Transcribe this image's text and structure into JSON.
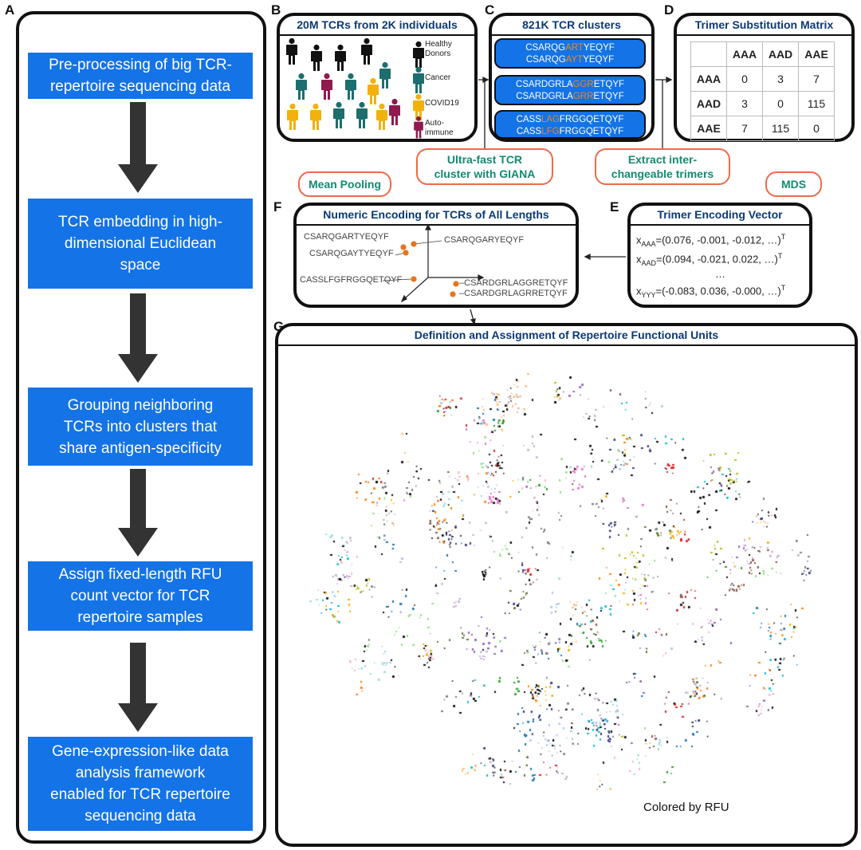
{
  "panel_labels": {
    "a": "A",
    "b": "B",
    "c": "C",
    "d": "D",
    "e": "E",
    "f": "F",
    "g": "G"
  },
  "steps": [
    "Pre-processing of big TCR-\nrepertoire sequencing data",
    "TCR embedding in high-\ndimensional Euclidean\nspace",
    "Grouping neighboring\nTCRs into clusters that\nshare antigen-specificity",
    "Assign fixed-length RFU\ncount vector for TCR\nrepertoire samples",
    "Gene-expression-like data\nanalysis framework\nenabled for TCR repertoire\nsequencing data"
  ],
  "panel_b": {
    "title": "20M TCRs from 2K individuals",
    "legend": [
      "Healthy\nDonors",
      "Cancer",
      "COVID19",
      "Auto-\nimmune"
    ],
    "colors": {
      "healthy": "#111111",
      "cancer": "#1d6e6e",
      "covid": "#f2b10c",
      "autoimmune": "#8e1a4e"
    }
  },
  "panel_c": {
    "title": "821K TCR clusters",
    "clusters": [
      [
        [
          "CSARQG",
          "ART",
          "YEQYF"
        ],
        [
          "CSARQG",
          "AYT",
          "YEQYF"
        ]
      ],
      [
        [
          "CSARDGRLA",
          "GGR",
          "ETQYF"
        ],
        [
          "CSARDGRLA",
          "GRR",
          "ETQYF"
        ]
      ],
      [
        [
          "CASS",
          "LAG",
          "FRGGQETQYF"
        ],
        [
          "CASS",
          "LFG",
          "FRGGQETQYF"
        ]
      ]
    ]
  },
  "panel_d": {
    "title": "Trimer Substitution Matrix",
    "cols": [
      "AAA",
      "AAD",
      "AAE"
    ],
    "rows": [
      {
        "label": "AAA",
        "values": [
          "0",
          "3",
          "7"
        ]
      },
      {
        "label": "AAD",
        "values": [
          "3",
          "0",
          "115"
        ]
      },
      {
        "label": "AAE",
        "values": [
          "7",
          "115",
          "0"
        ]
      }
    ]
  },
  "callouts": {
    "giana": "Ultra-fast TCR\ncluster with GIANA",
    "trimers": "Extract inter-\nchangeable trimers",
    "pooling": "Mean Pooling",
    "mds": "MDS"
  },
  "panel_f": {
    "title": "Numeric Encoding for TCRs of All Lengths",
    "seqs": [
      "CSARQGARTYEQYF",
      "CSARQGARYEQYF",
      "CSARQGAYTYEQYF",
      "CASSLFGFRGGQETQYF",
      "CSARDGRLAGGRETQYF",
      "CSARDGRLAGRRETQYF"
    ]
  },
  "panel_e": {
    "title": "Trimer Encoding Vector",
    "vectors": [
      {
        "x": "x",
        "sub": "AAA",
        "val": "=(0.076, -0.001, -0.012, …)",
        "sup": "T"
      },
      {
        "x": "x",
        "sub": "AAD",
        "val": "=(0.094, -0.021, 0.022, …)",
        "sup": "T"
      },
      {
        "x": "x",
        "sub": "YYY",
        "val": "=(-0.083, 0.036, -0.000, …)",
        "sup": "T"
      }
    ],
    "ellipsis": "…"
  },
  "panel_g": {
    "title": "Definition and Assignment of Repertoire Functional Units",
    "caption": "Colored by RFU",
    "palette": [
      "#111111",
      "#f2b10c",
      "#1f77b4",
      "#e377c2",
      "#17becf",
      "#2ca02c",
      "#d62728",
      "#9467bd",
      "#ff7f0e",
      "#8c564b",
      "#bcbd22",
      "#7f7f7f",
      "#aec7e8",
      "#98df8a",
      "#c5b0d5",
      "#ffbb78",
      "#f7b6d2",
      "#9edae5",
      "#393b79",
      "#637939"
    ]
  }
}
